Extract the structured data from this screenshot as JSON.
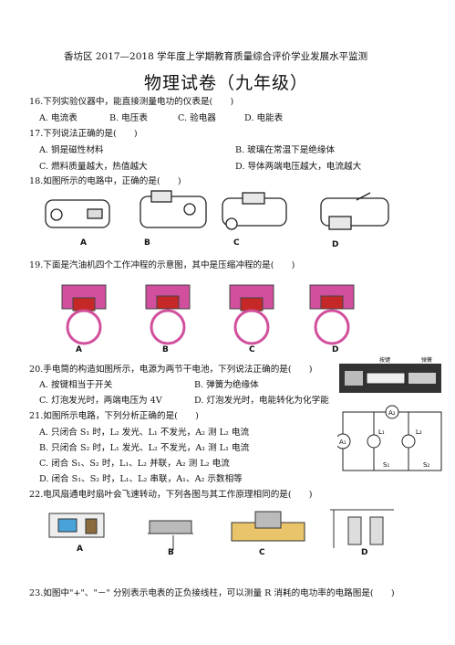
{
  "header": {
    "line": "香坊区 2017—2018 学年度上学期教育质量综合评价学业发展水平监测",
    "title": "物理试卷（九年级）"
  },
  "questions": [
    {
      "stem": "16.下列实验仪器中，能直接测量电功的仪表是(　　)",
      "options": [
        "A. 电流表",
        "B. 电压表",
        "C. 验电器",
        "D. 电能表"
      ]
    },
    {
      "stem": "17.下列说法正确的是(　　)",
      "options": [
        "A. 铜是磁性材料",
        "B. 玻璃在常温下是绝缘体",
        "C. 燃料质量越大，热值越大",
        "D. 导体两端电压越大，电流越大"
      ]
    },
    {
      "stem": "18.如图所示的电路中，正确的是(　　)",
      "figure_labels": [
        "A",
        "B",
        "C",
        "D"
      ]
    },
    {
      "stem": "19.下面是汽油机四个工作冲程的示意图，其中是压缩冲程的是(　　)",
      "figure_labels": [
        "A",
        "B",
        "C",
        "D"
      ]
    },
    {
      "stem": "20.手电筒的构造如图所示，电源为两节干电池，下列说法正确的是(　　)",
      "options": [
        "A. 按键相当于开关",
        "B. 弹簧为绝缘体",
        "C. 灯泡发光时，两端电压为 4V",
        "D. 灯泡发光时，电能转化为化学能"
      ],
      "figure_text": [
        "按键",
        "弹簧"
      ]
    },
    {
      "stem": "21.如图所示电路，下列分析正确的是(　　)",
      "options": [
        "A. 只闭合 S₁ 时，L₂ 发光、L₁ 不发光，A₂ 测 L₂ 电流",
        "B. 只闭合 S₂ 时，L₁ 发光、L₂ 不发光，A₁ 测 L₁ 电流",
        "C. 闭合 S₁、S₂ 时，L₁、L₂ 并联，A₂ 测 L₂ 电流",
        "D. 闭合 S₁、S₂ 时，L₁、L₂ 串联，A₁、A₂ 示数相等"
      ],
      "figure_text": [
        "A₁",
        "A₂",
        "L₁",
        "L₂",
        "S₁",
        "S₂"
      ]
    },
    {
      "stem": "22.电风扇通电时扇叶会飞速转动，下列各图与其工作原理相同的是(　　)",
      "figure_labels": [
        "A",
        "B",
        "C",
        "D"
      ]
    },
    {
      "stem": "23.如图中\"+\"、\"－\" 分别表示电表的正负接线柱，可以测量 R 消耗的电功率的电路图是(　　)"
    }
  ]
}
